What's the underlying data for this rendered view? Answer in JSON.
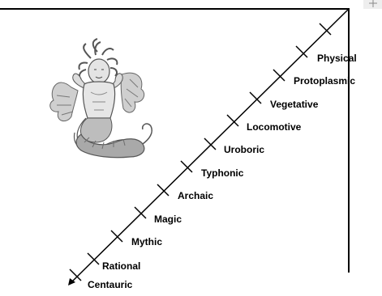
{
  "diagram": {
    "stages": [
      "Physical",
      "Protoplasmic",
      "Vegetative",
      "Locomotive",
      "Uroboric",
      "Typhonic",
      "Archaic",
      "Magic",
      "Mythic",
      "Rational",
      "Centauric"
    ],
    "illustration": "winged serpent-tailed figure with snake hair (Typhon)",
    "colors": {
      "line": "#000000",
      "text": "#000000",
      "figure_light": "#d9d9d9",
      "figure_mid": "#a6a6a6",
      "figure_dark": "#6e6e6e"
    }
  }
}
